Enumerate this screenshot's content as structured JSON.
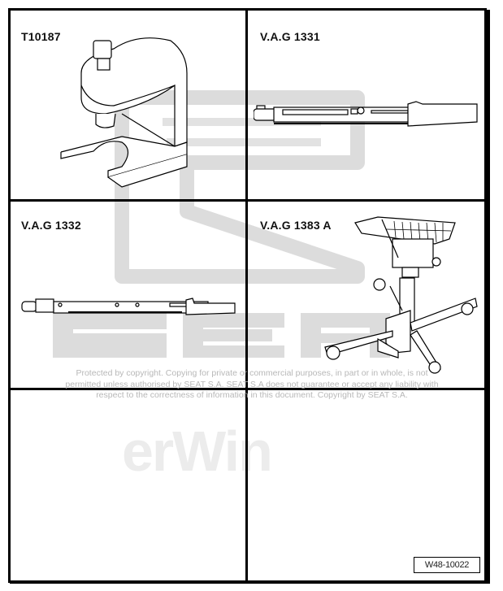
{
  "document": {
    "code": "W48-10022",
    "cells": [
      {
        "label": "T10187",
        "tool": "ball-joint-puller"
      },
      {
        "label": "V.A.G 1331",
        "tool": "torque-wrench"
      },
      {
        "label": "V.A.G 1332",
        "tool": "torque-wrench-large"
      },
      {
        "label": "V.A.G 1383 A",
        "tool": "engine-gearbox-jack"
      },
      {
        "label": "",
        "tool": ""
      },
      {
        "label": "",
        "tool": ""
      }
    ]
  },
  "watermark": {
    "brand": "SEAT",
    "erwin": "erWin",
    "copyright_lines": [
      "Protected by copyright. Copying for private or commercial purposes, in part or in whole, is not",
      "permitted unless authorised by SEAT S.A. SEAT S.A does not guarantee or accept any liability with",
      "respect to the correctness of information in this document. Copyright by SEAT S.A."
    ],
    "color": "#d8d8d8"
  }
}
